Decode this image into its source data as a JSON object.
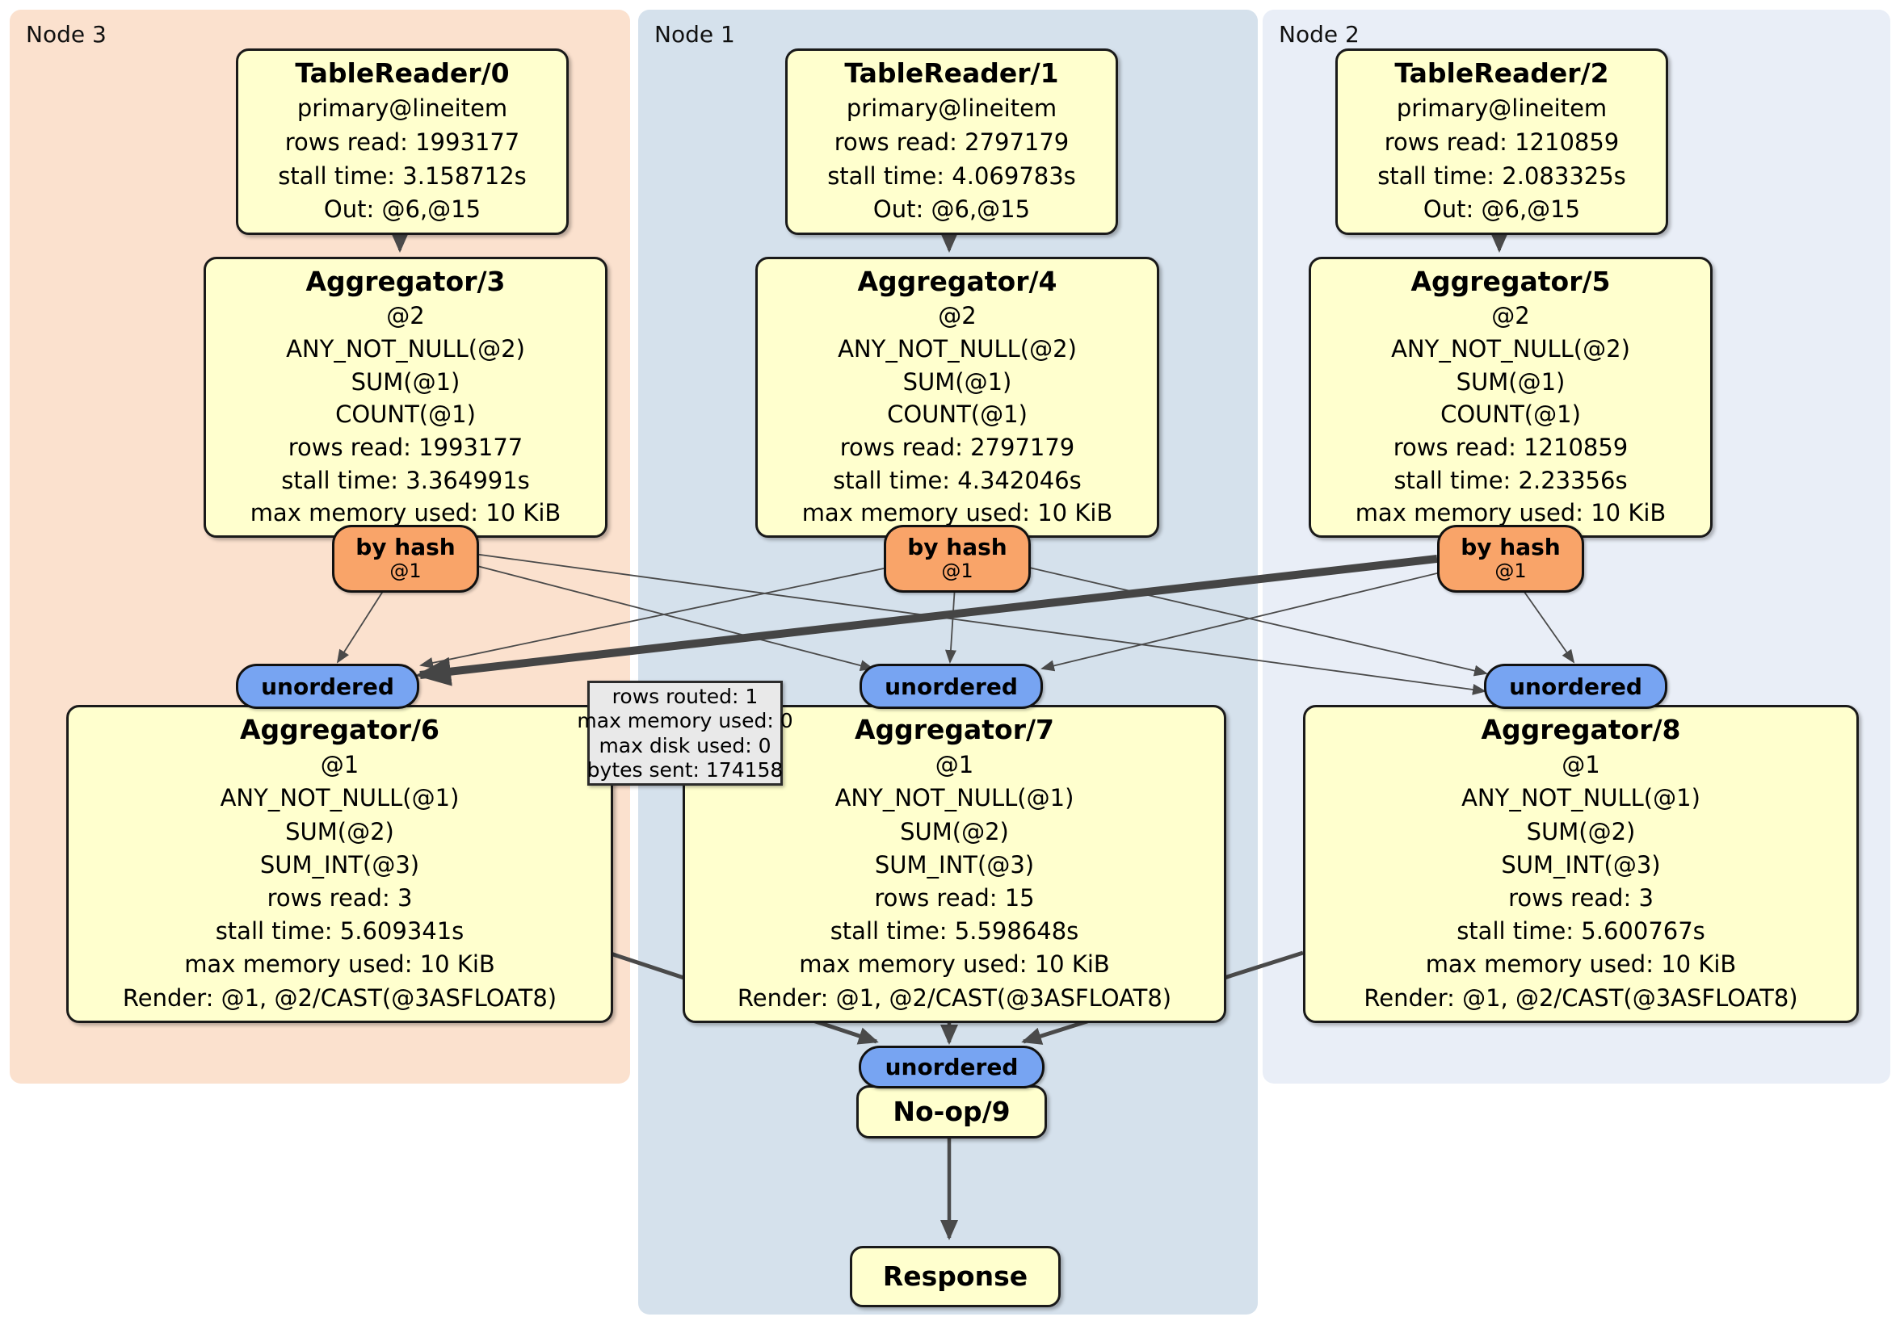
{
  "panels": [
    {
      "label": "Node 3"
    },
    {
      "label": "Node 1"
    },
    {
      "label": "Node 2"
    }
  ],
  "processors": {
    "tr0": {
      "title": "TableReader/0",
      "lines": [
        "primary@lineitem",
        "rows read: 1993177",
        "stall time: 3.158712s",
        "Out: @6,@15"
      ]
    },
    "tr1": {
      "title": "TableReader/1",
      "lines": [
        "primary@lineitem",
        "rows read: 2797179",
        "stall time: 4.069783s",
        "Out: @6,@15"
      ]
    },
    "tr2": {
      "title": "TableReader/2",
      "lines": [
        "primary@lineitem",
        "rows read: 1210859",
        "stall time: 2.083325s",
        "Out: @6,@15"
      ]
    },
    "agg3": {
      "title": "Aggregator/3",
      "lines": [
        "@2",
        "ANY_NOT_NULL(@2)",
        "SUM(@1)",
        "COUNT(@1)",
        "rows read: 1993177",
        "stall time: 3.364991s",
        "max memory used: 10 KiB"
      ]
    },
    "agg4": {
      "title": "Aggregator/4",
      "lines": [
        "@2",
        "ANY_NOT_NULL(@2)",
        "SUM(@1)",
        "COUNT(@1)",
        "rows read: 2797179",
        "stall time: 4.342046s",
        "max memory used: 10 KiB"
      ]
    },
    "agg5": {
      "title": "Aggregator/5",
      "lines": [
        "@2",
        "ANY_NOT_NULL(@2)",
        "SUM(@1)",
        "COUNT(@1)",
        "rows read: 1210859",
        "stall time: 2.23356s",
        "max memory used: 10 KiB"
      ]
    },
    "agg6": {
      "title": "Aggregator/6",
      "lines": [
        "@1",
        "ANY_NOT_NULL(@1)",
        "SUM(@2)",
        "SUM_INT(@3)",
        "rows read: 3",
        "stall time: 5.609341s",
        "max memory used: 10 KiB",
        "Render: @1, @2/CAST(@3ASFLOAT8)"
      ]
    },
    "agg7": {
      "title": "Aggregator/7",
      "lines": [
        "@1",
        "ANY_NOT_NULL(@1)",
        "SUM(@2)",
        "SUM_INT(@3)",
        "rows read: 15",
        "stall time: 5.598648s",
        "max memory used: 10 KiB",
        "Render: @1, @2/CAST(@3ASFLOAT8)"
      ]
    },
    "agg8": {
      "title": "Aggregator/8",
      "lines": [
        "@1",
        "ANY_NOT_NULL(@1)",
        "SUM(@2)",
        "SUM_INT(@3)",
        "rows read: 3",
        "stall time: 5.600767s",
        "max memory used: 10 KiB",
        "Render: @1, @2/CAST(@3ASFLOAT8)"
      ]
    },
    "noop": {
      "title": "No-op/9"
    },
    "response": {
      "title": "Response"
    }
  },
  "routers": {
    "by_hash": {
      "label": "by hash",
      "detail": "@1"
    },
    "unordered": {
      "label": "unordered"
    }
  },
  "tooltip": {
    "lines": [
      "rows routed: 1",
      "max memory used: 0",
      "max disk used: 0",
      "bytes sent: 174158"
    ]
  },
  "colors": {
    "panel_node3": "#fbe1ce",
    "panel_node1": "#d5e1ec",
    "panel_node2": "#e9eef7",
    "processor_fill": "#ffffce",
    "router_hash_fill": "#f9a469",
    "router_unordered_fill": "#77a4f2",
    "edge": "#4a4a4a",
    "tooltip_fill": "#e9e9e9"
  }
}
